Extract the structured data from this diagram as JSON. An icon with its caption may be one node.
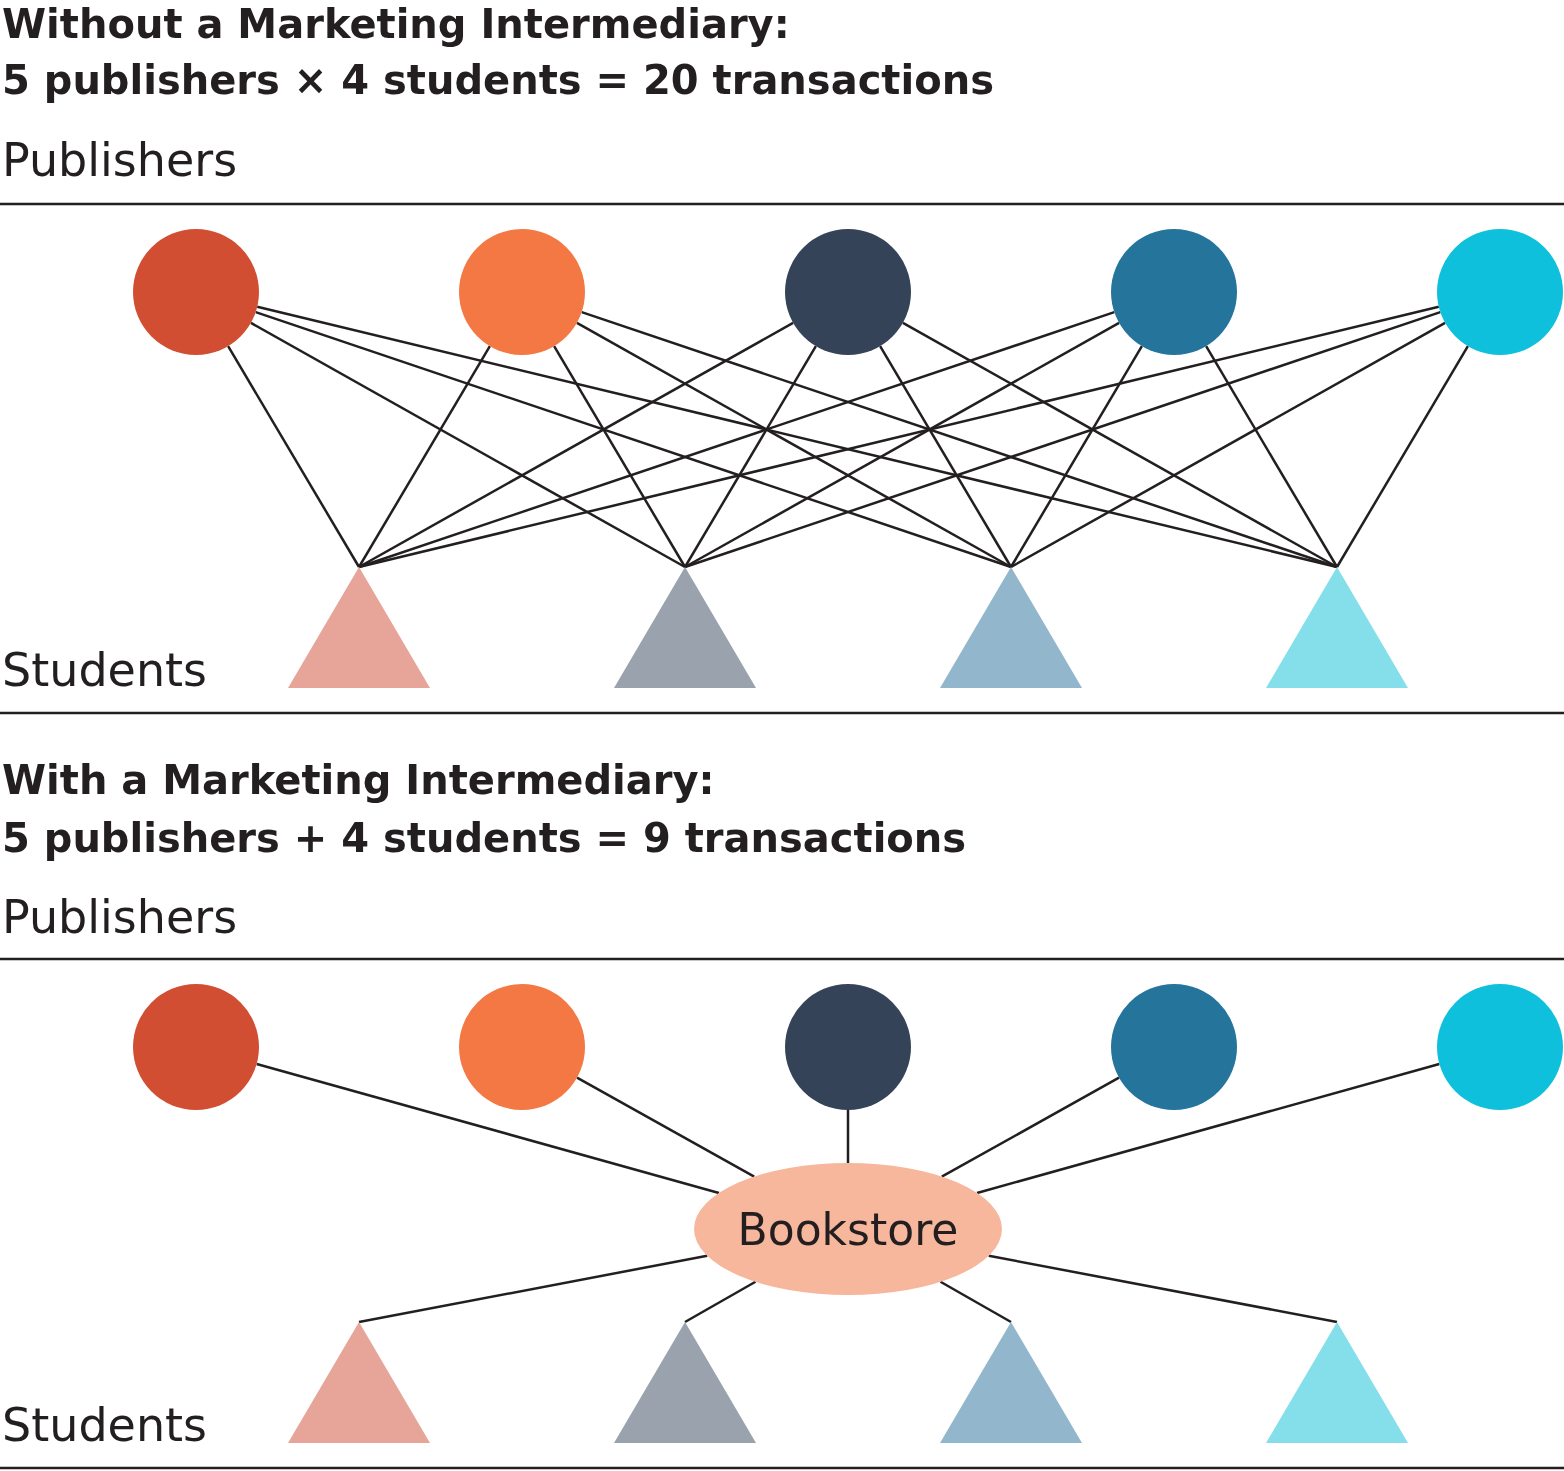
{
  "diagram": {
    "nodes": [
      {
        "text": [],
        "shape": "circle"
      },
      {
        "text": [],
        "shape": "circle"
      },
      {
        "text": [],
        "shape": "circle"
      },
      {
        "text": [],
        "shape": "circle"
      },
      {
        "text": [],
        "shape": "circle"
      },
      {
        "text": [],
        "shape": "triangle"
      },
      {
        "text": [],
        "shape": "triangle"
      },
      {
        "text": [],
        "shape": "triangle"
      },
      {
        "text": [],
        "shape": "triangle"
      },
      {
        "text": [],
        "shape": "circle"
      },
      {
        "text": [],
        "shape": "circle"
      },
      {
        "text": [],
        "shape": "circle"
      },
      {
        "text": [],
        "shape": "circle"
      },
      {
        "text": [],
        "shape": "circle"
      },
      {
        "text": [
          "Bookstore"
        ]
      },
      {
        "text": [],
        "shape": "triangle"
      },
      {
        "text": [],
        "shape": "triangle"
      },
      {
        "text": [],
        "shape": "triangle"
      },
      {
        "text": [],
        "shape": "triangle"
      }
    ],
    "edges": [
      {
        "from": 0,
        "to": 5,
        "arrow": "none"
      },
      {
        "from": 0,
        "to": 6,
        "arrow": "none"
      },
      {
        "from": 0,
        "to": 7,
        "arrow": "none"
      },
      {
        "from": 0,
        "to": 8,
        "arrow": "none"
      },
      {
        "from": 1,
        "to": 5,
        "arrow": "none"
      },
      {
        "from": 1,
        "to": 6,
        "arrow": "none"
      },
      {
        "from": 1,
        "to": 7,
        "arrow": "none"
      },
      {
        "from": 1,
        "to": 8,
        "arrow": "none"
      },
      {
        "from": 2,
        "to": 5,
        "arrow": "none"
      },
      {
        "from": 2,
        "to": 6,
        "arrow": "none"
      },
      {
        "from": 2,
        "to": 7,
        "arrow": "none"
      },
      {
        "from": 2,
        "to": 8,
        "arrow": "none"
      },
      {
        "from": 3,
        "to": 5,
        "arrow": "none"
      },
      {
        "from": 3,
        "to": 6,
        "arrow": "none"
      },
      {
        "from": 3,
        "to": 7,
        "arrow": "none"
      },
      {
        "from": 3,
        "to": 8,
        "arrow": "none"
      },
      {
        "from": 4,
        "to": 5,
        "arrow": "none"
      },
      {
        "from": 4,
        "to": 6,
        "arrow": "none"
      },
      {
        "from": 4,
        "to": 7,
        "arrow": "none"
      },
      {
        "from": 4,
        "to": 8,
        "arrow": "none"
      },
      {
        "from": 9,
        "to": 14,
        "arrow": "none"
      },
      {
        "from": 10,
        "to": 14,
        "arrow": "none"
      },
      {
        "from": 11,
        "to": 14,
        "arrow": "none"
      },
      {
        "from": 12,
        "to": 14,
        "arrow": "none"
      },
      {
        "from": 13,
        "to": 14,
        "arrow": "none"
      },
      {
        "from": 14,
        "to": 15,
        "arrow": "none"
      },
      {
        "from": 14,
        "to": 16,
        "arrow": "none"
      },
      {
        "from": 14,
        "to": 17,
        "arrow": "none"
      },
      {
        "from": 14,
        "to": 18,
        "arrow": "none"
      }
    ],
    "labels": [
      "Without a Marketing Intermediary:",
      "5 publishers × 4 students = 20 transactions",
      "Publishers",
      "Students",
      "With a Marketing Intermediary:",
      "5 publishers + 4 students = 9 transactions",
      "Publishers",
      "Students"
    ]
  }
}
